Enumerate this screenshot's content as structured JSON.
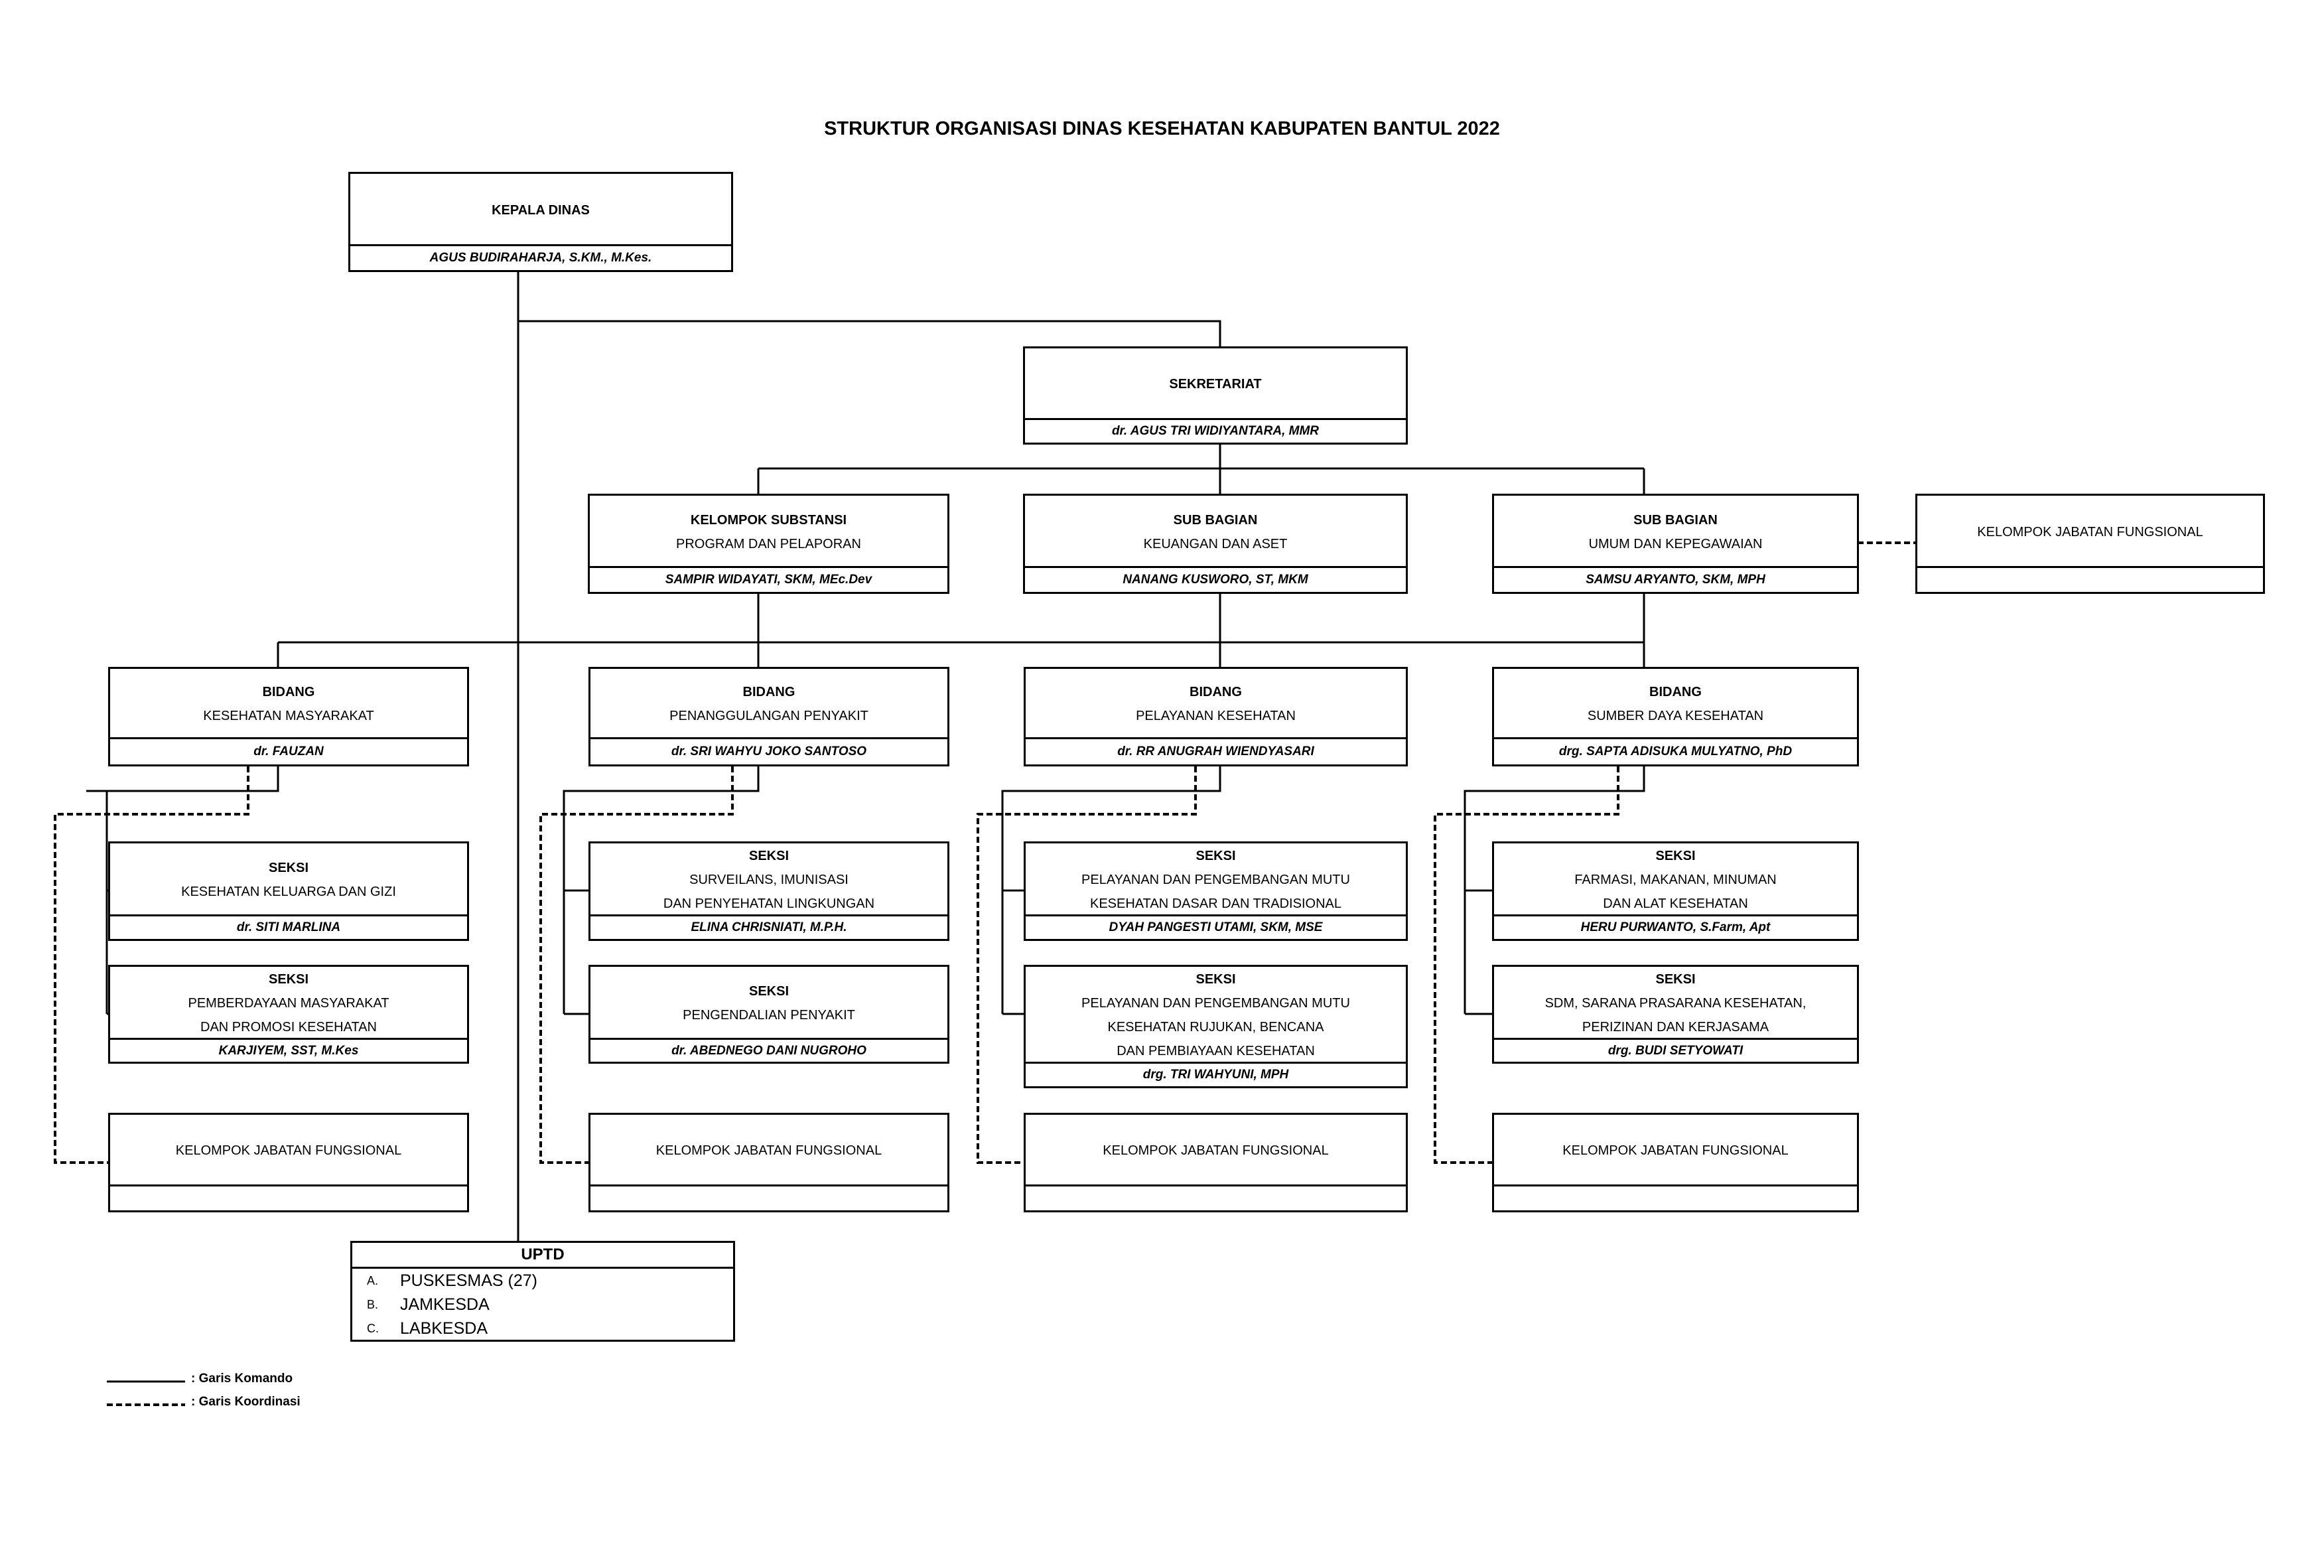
{
  "title": "STRUKTUR ORGANISASI DINAS KESEHATAN KABUPATEN BANTUL 2022",
  "kepala": {
    "lines": [
      "KEPALA DINAS"
    ],
    "name": "AGUS BUDIRAHARJA, S.KM., M.Kes."
  },
  "sekretariat": {
    "lines": [
      "SEKRETARIAT"
    ],
    "name": "dr. AGUS TRI WIDIYANTARA, MMR"
  },
  "sub": [
    {
      "lines": [
        "KELOMPOK SUBSTANSI",
        "PROGRAM DAN PELAPORAN"
      ],
      "name": "SAMPIR WIDAYATI, SKM, MEc.Dev"
    },
    {
      "lines": [
        "SUB BAGIAN",
        "KEUANGAN DAN ASET"
      ],
      "name": "NANANG KUSWORO, ST, MKM"
    },
    {
      "lines": [
        "SUB BAGIAN",
        "UMUM DAN KEPEGAWAIAN"
      ],
      "name": "SAMSU ARYANTO, SKM, MPH"
    },
    {
      "lines": [
        "KELOMPOK JABATAN FUNGSIONAL"
      ],
      "name": ""
    }
  ],
  "bidang": [
    {
      "lines": [
        "BIDANG",
        "KESEHATAN MASYARAKAT"
      ],
      "name": "dr. FAUZAN"
    },
    {
      "lines": [
        "BIDANG",
        "PENANGGULANGAN PENYAKIT"
      ],
      "name": "dr. SRI WAHYU JOKO SANTOSO"
    },
    {
      "lines": [
        "BIDANG",
        "PELAYANAN KESEHATAN"
      ],
      "name": "dr. RR ANUGRAH WIENDYASARI"
    },
    {
      "lines": [
        "BIDANG",
        "SUMBER DAYA KESEHATAN"
      ],
      "name": "drg. SAPTA ADISUKA MULYATNO, PhD"
    }
  ],
  "seksi1": [
    {
      "lines": [
        "SEKSI",
        "KESEHATAN KELUARGA DAN GIZI"
      ],
      "name": "dr. SITI MARLINA"
    },
    {
      "lines": [
        "SEKSI",
        "SURVEILANS, IMUNISASI",
        "DAN PENYEHATAN LINGKUNGAN"
      ],
      "name": "ELINA CHRISNIATI, M.P.H."
    },
    {
      "lines": [
        "SEKSI",
        "PELAYANAN DAN PENGEMBANGAN MUTU",
        "KESEHATAN DASAR DAN TRADISIONAL"
      ],
      "name": "DYAH PANGESTI UTAMI, SKM, MSE"
    },
    {
      "lines": [
        "SEKSI",
        "FARMASI, MAKANAN, MINUMAN",
        "DAN ALAT KESEHATAN"
      ],
      "name": "HERU PURWANTO, S.Farm, Apt"
    }
  ],
  "seksi2": [
    {
      "lines": [
        "SEKSI",
        "PEMBERDAYAAN MASYARAKAT",
        "DAN PROMOSI KESEHATAN"
      ],
      "name": "KARJIYEM, SST, M.Kes"
    },
    {
      "lines": [
        "SEKSI",
        "PENGENDALIAN PENYAKIT"
      ],
      "name": "dr. ABEDNEGO DANI NUGROHO"
    },
    {
      "lines": [
        "SEKSI",
        "PELAYANAN DAN PENGEMBANGAN MUTU",
        "KESEHATAN RUJUKAN, BENCANA",
        "DAN PEMBIAYAAN KESEHATAN"
      ],
      "name": "drg. TRI WAHYUNI, MPH"
    },
    {
      "lines": [
        "SEKSI",
        "SDM, SARANA PRASARANA KESEHATAN,",
        "PERIZINAN DAN KERJASAMA"
      ],
      "name": "drg. BUDI SETYOWATI"
    }
  ],
  "jf": [
    {
      "lines": [
        "KELOMPOK JABATAN FUNGSIONAL"
      ],
      "name": ""
    },
    {
      "lines": [
        "KELOMPOK JABATAN FUNGSIONAL"
      ],
      "name": ""
    },
    {
      "lines": [
        "KELOMPOK JABATAN FUNGSIONAL"
      ],
      "name": ""
    },
    {
      "lines": [
        "KELOMPOK JABATAN FUNGSIONAL"
      ],
      "name": ""
    }
  ],
  "uptd": {
    "title": "UPTD",
    "items": [
      {
        "mark": "A.",
        "text": "PUSKESMAS (27)"
      },
      {
        "mark": "B.",
        "text": "JAMKESDA"
      },
      {
        "mark": "C.",
        "text": "LABKESDA"
      }
    ]
  },
  "legend": {
    "solid": ": Garis Komando",
    "dashed": ": Garis Koordinasi"
  }
}
